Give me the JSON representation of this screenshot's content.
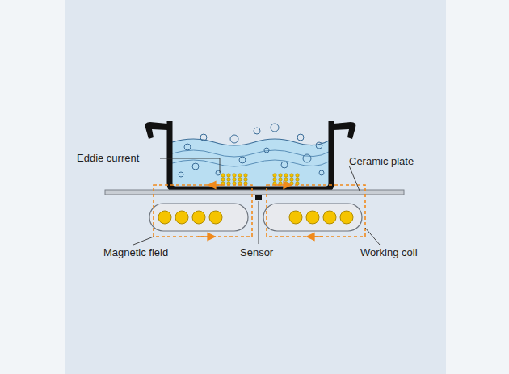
{
  "diagram": {
    "labels": [
      "Eddie current",
      "Ceramic plate",
      "Magnetic field",
      "Sensor",
      "Working coil"
    ]
  }
}
